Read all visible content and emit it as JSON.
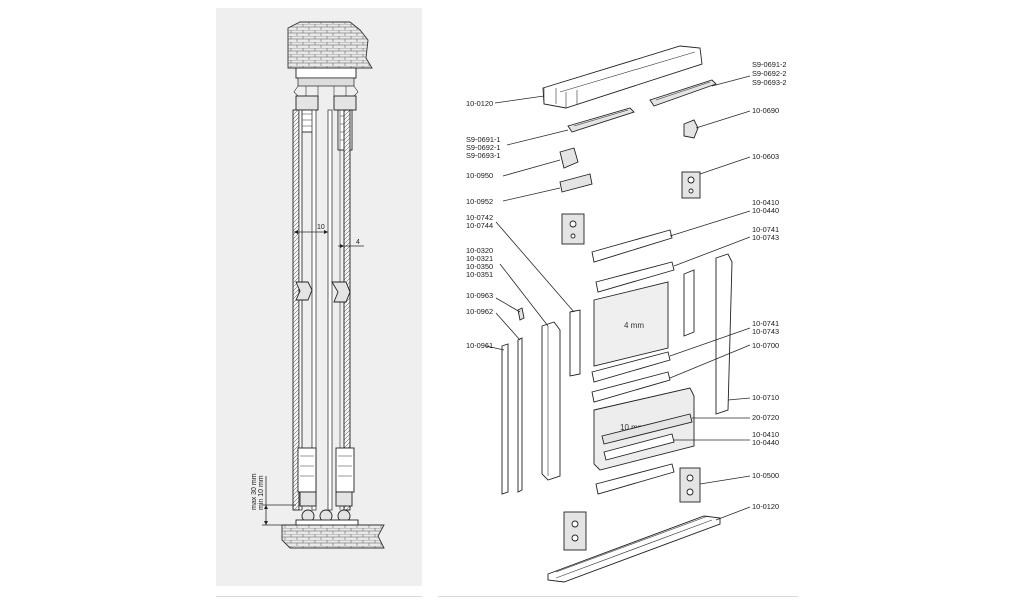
{
  "section": {
    "dimension_width_gap": "10",
    "dimension_glass": "4",
    "dimension_floor_max": "max 30 mm",
    "dimension_floor_min": "min 10 mm"
  },
  "exploded": {
    "panel_thickness_top": "4 mm",
    "panel_thickness_bottom": "10 mm",
    "labels_left": [
      {
        "id": "l-10-0120-top",
        "text": "10-0120"
      },
      {
        "id": "l-s9-0691-1",
        "text": "S9-0691-1"
      },
      {
        "id": "l-s9-0692-1",
        "text": "S9-0692-1"
      },
      {
        "id": "l-s9-0693-1",
        "text": "S9-0693-1"
      },
      {
        "id": "l-10-0950",
        "text": "10-0950"
      },
      {
        "id": "l-10-0952",
        "text": "10-0952"
      },
      {
        "id": "l-10-0742",
        "text": "10-0742"
      },
      {
        "id": "l-10-0744",
        "text": "10-0744"
      },
      {
        "id": "l-10-0320",
        "text": "10-0320"
      },
      {
        "id": "l-10-0321",
        "text": "10-0321"
      },
      {
        "id": "l-10-0350",
        "text": "10-0350"
      },
      {
        "id": "l-10-0351",
        "text": "10-0351"
      },
      {
        "id": "l-10-0963",
        "text": "10-0963"
      },
      {
        "id": "l-10-0962",
        "text": "10-0962"
      },
      {
        "id": "l-10-0961",
        "text": "10-0961"
      }
    ],
    "labels_right": [
      {
        "id": "r-s9-0691-2",
        "text": "S9-0691-2"
      },
      {
        "id": "r-s9-0692-2",
        "text": "S9-0692-2"
      },
      {
        "id": "r-s9-0693-2",
        "text": "S9-0693-2"
      },
      {
        "id": "r-10-0690",
        "text": "10-0690"
      },
      {
        "id": "r-10-0603",
        "text": "10-0603"
      },
      {
        "id": "r-10-0410-a",
        "text": "10-0410"
      },
      {
        "id": "r-10-0440-a",
        "text": "10-0440"
      },
      {
        "id": "r-10-0741-a",
        "text": "10-0741"
      },
      {
        "id": "r-10-0743-a",
        "text": "10-0743"
      },
      {
        "id": "r-10-0741-b",
        "text": "10-0741"
      },
      {
        "id": "r-10-0743-b",
        "text": "10-0743"
      },
      {
        "id": "r-10-0700",
        "text": "10-0700"
      },
      {
        "id": "r-10-0710",
        "text": "10-0710"
      },
      {
        "id": "r-20-0720",
        "text": "20-0720"
      },
      {
        "id": "r-10-0410-b",
        "text": "10-0410"
      },
      {
        "id": "r-10-0440-b",
        "text": "10-0440"
      },
      {
        "id": "r-10-0500",
        "text": "10-0500"
      },
      {
        "id": "r-10-0120-bottom",
        "text": "10-0120"
      }
    ]
  }
}
